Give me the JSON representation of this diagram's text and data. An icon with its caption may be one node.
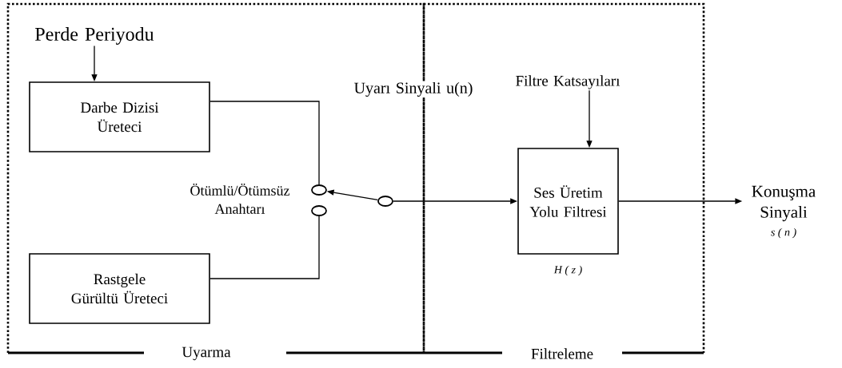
{
  "diagram": {
    "nodes": [
      {
        "text": [
          "Uyarma"
        ]
      },
      {
        "text": [
          "Filtreleme"
        ]
      },
      {
        "text": [
          "Perde Periyodu"
        ],
        "in": 0
      },
      {
        "text": [
          "Darbe Dizisi Üreteci"
        ],
        "in": 0
      },
      {
        "text": [
          "Rastgele Gürültü Üreteci"
        ],
        "in": 0
      },
      {
        "text": [],
        "shape": "circle",
        "in": 0
      },
      {
        "text": [],
        "shape": "circle",
        "in": 0
      },
      {
        "text": [],
        "shape": "circle",
        "in": 0
      },
      {
        "text": [
          "Filtre Katsayıları"
        ],
        "in": 1
      },
      {
        "text": [
          "Ses Üretim Yolu Filtresi"
        ],
        "beside": [
          "H ( z )"
        ],
        "in": 1
      },
      {
        "text": [
          "Konuşma Sinyali"
        ],
        "beside": [
          "s ( n )"
        ]
      }
    ],
    "edges": [
      {
        "from": 2,
        "to": 3,
        "arrow": "to"
      },
      {
        "from": 3,
        "to": 5,
        "arrow": "none"
      },
      {
        "from": 4,
        "to": 6,
        "arrow": "none"
      },
      {
        "from": 7,
        "to": 5,
        "arrow": "to"
      },
      {
        "from": 7,
        "to": 9,
        "arrow": "to"
      },
      {
        "from": 8,
        "to": 9,
        "arrow": "to"
      },
      {
        "from": 9,
        "to": 10,
        "arrow": "to"
      }
    ],
    "labels": [
      "Uyarı Sinyali u(n)",
      "Ötümlü/Ötümsüz Anahtarı"
    ]
  }
}
